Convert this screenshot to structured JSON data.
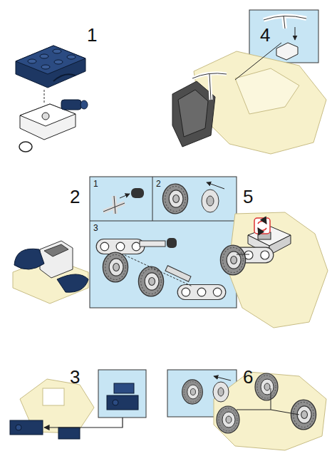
{
  "diagram": {
    "nodes": [
      {
        "text": [
          "1"
        ]
      },
      {
        "text": [
          "2"
        ]
      },
      {
        "text": [
          "3"
        ]
      }
    ],
    "labels": [
      "1",
      "4",
      "2",
      "5",
      "3",
      "6"
    ]
  }
}
